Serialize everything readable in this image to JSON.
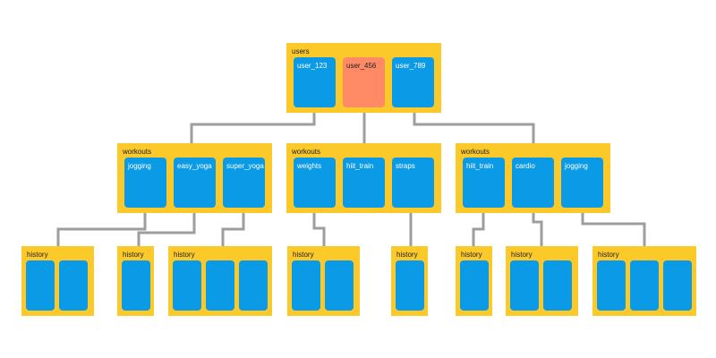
{
  "colors": {
    "group_fill": "#fcc92b",
    "box_fill": "#0a9ae6",
    "box_highlight": "#ff8a65",
    "connector": "#9e9e9e"
  },
  "users": {
    "label": "users",
    "items": [
      {
        "label": "user_123",
        "highlight": false
      },
      {
        "label": "user_456",
        "highlight": true
      },
      {
        "label": "user_789",
        "highlight": false
      }
    ]
  },
  "workouts": [
    {
      "label": "workouts",
      "items": [
        "jogging",
        "easy_yoga",
        "super_yoga"
      ]
    },
    {
      "label": "workouts",
      "items": [
        "weights",
        "hiit_train",
        "straps"
      ]
    },
    {
      "label": "workouts",
      "items": [
        "hiit_train",
        "cardio",
        "jogging"
      ]
    }
  ],
  "history": [
    {
      "label": "history",
      "count": 2
    },
    {
      "label": "history",
      "count": 1
    },
    {
      "label": "history",
      "count": 3
    },
    {
      "label": "history",
      "count": 2
    },
    {
      "label": "history",
      "count": 1
    },
    {
      "label": "history",
      "count": 1
    },
    {
      "label": "history",
      "count": 2
    },
    {
      "label": "history",
      "count": 3
    }
  ]
}
